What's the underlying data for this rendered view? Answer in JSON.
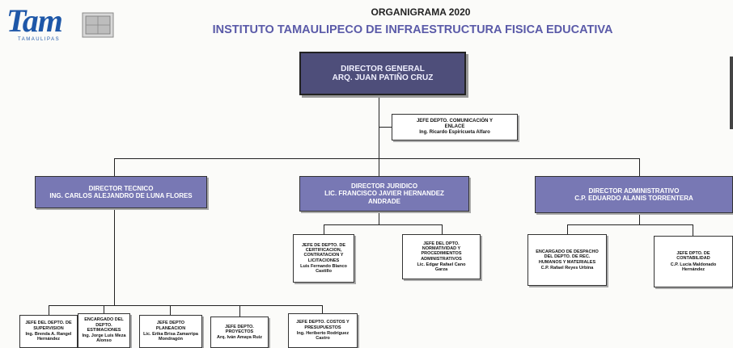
{
  "header": {
    "logo_text": "Tam",
    "logo_sub": "TAMAULIPAS",
    "title": "ORGANIGRAMA 2020",
    "subtitle": "INSTITUTO TAMAULIPECO DE INFRAESTRUCTURA FISICA EDUCATIVA"
  },
  "colors": {
    "head_fill": "#4e4e7a",
    "director_fill": "#7878b4",
    "subtitle_text": "#5a5aa8",
    "sub_fill": "#ffffff"
  },
  "director_general": {
    "role": "DIRECTOR GENERAL",
    "name": "ARQ. JUAN PATIÑO CRUZ"
  },
  "comunicacion": {
    "role": "JEFE DEPTO. COMUNICACIÓN Y ENLACE",
    "name": "Ing. Ricardo Espiricueta Alfaro"
  },
  "directors": [
    {
      "role": "DIRECTOR TECNICO",
      "name": "ING. CARLOS ALEJANDRO DE LUNA FLORES"
    },
    {
      "role": "DIRECTOR JURIDICO",
      "name": "LIC. FRANCISCO JAVIER HERNANDEZ ANDRADE"
    },
    {
      "role": "DIRECTOR ADMINISTRATIVO",
      "name": "C.P. EDUARDO ALANIS TORRENTERA"
    }
  ],
  "tecnico_units": [
    {
      "role": "JEFE DEL DEPTO. DE SUPERVISION",
      "name": "Ing. Brenda A. Rangel Hernández"
    },
    {
      "role": "ENCARGADO DEL DEPTO. ESTIMACIONES",
      "name": "Ing. Jorge Luis Meza Alonso"
    },
    {
      "role": "JEFE DEPTO PLANEACION",
      "name": "Lic. Erika Brisa Zamarripa Mondragón"
    },
    {
      "role": "JEFE DEPTO. PROYECTOS",
      "name": "Arq. Iván Amaya Ruiz"
    },
    {
      "role": "JEFE DEPTO. COSTOS Y PRESUPUESTOS",
      "name": "Ing. Heriberto Rodríguez Castro"
    }
  ],
  "juridico_units": [
    {
      "role": "JEFE DE DEPTO. DE CERTIFICACION, CONTRATACION Y LICITACIONES",
      "name": "Luis Fernando Blanco Castillo"
    },
    {
      "role": "JEFE DEL DPTO. NORMATIVIDAD Y PROCEDIMIENTOS ADMINISTRATIVOS",
      "name": "Lic. Edgar Rafael Cano Garza"
    }
  ],
  "administrativo_units": [
    {
      "role": "ENCARGADO DE DESPACHO DEL DEPTO. DE REC. HUMANOS Y MATERIALES",
      "name": "C.P. Rafael Reyes Urbina"
    },
    {
      "role": "JEFE DPTO. DE CONTABILIDAD",
      "name": "C.P. Lucía Maldonado Hernández"
    }
  ]
}
